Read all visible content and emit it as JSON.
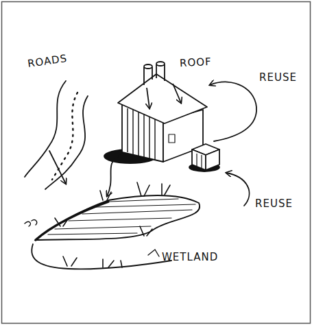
{
  "diagram": {
    "labels": [
      "ROADS",
      "ROOF",
      "REUSE",
      "REUSE",
      "WETLAND"
    ]
  }
}
